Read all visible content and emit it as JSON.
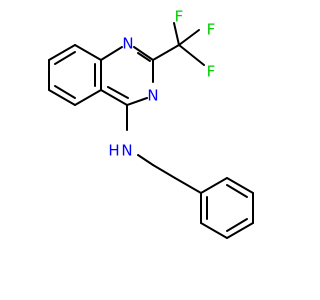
{
  "molecule": {
    "atoms": {
      "n1": "N",
      "n3": "N",
      "amine_n": "N",
      "amine_h": "H",
      "f_top_left": "F",
      "f_top_right": "F",
      "f_right": "F"
    },
    "colors": {
      "bond": "#000000",
      "nitrogen": "#0000ff",
      "fluorine": "#00cc00",
      "background": "#ffffff"
    }
  }
}
